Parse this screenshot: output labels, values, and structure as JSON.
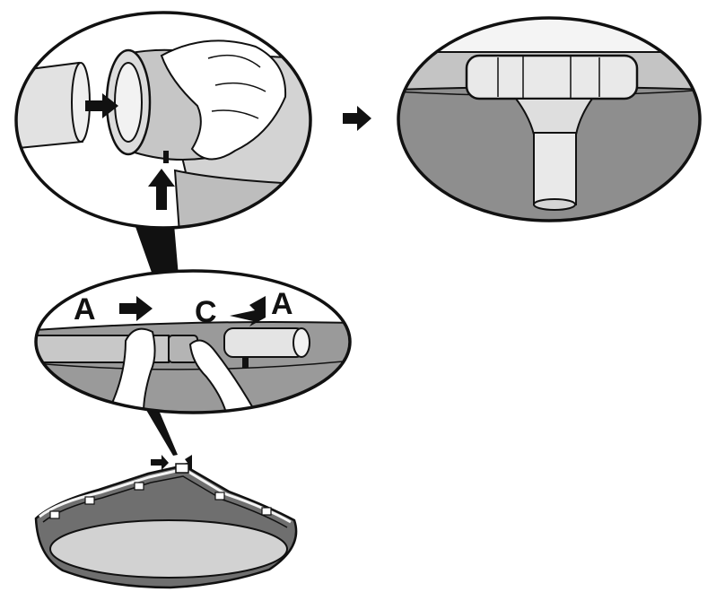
{
  "labels": {
    "a_left": "A",
    "c": "C",
    "a_right": "A"
  },
  "icons": {
    "arrow": "arrow-icon",
    "connector": "t-connector-icon",
    "hands": "hands-icon"
  },
  "colors": {
    "outline": "#111111",
    "pool_wall": "#6f6f6f",
    "liner": "#cfcfcf",
    "light": "#e6e6e6",
    "mid": "#9a9a9a",
    "dark": "#5a5a5a"
  }
}
